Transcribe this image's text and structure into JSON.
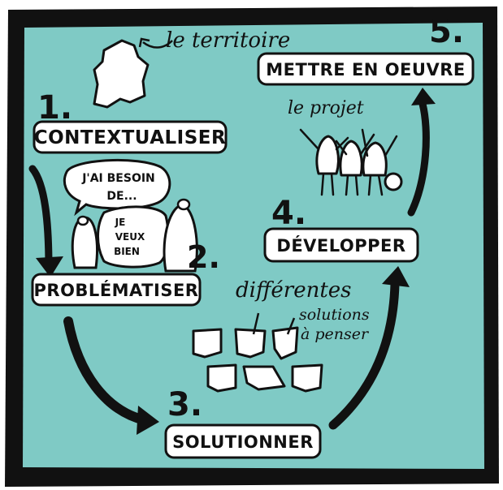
{
  "colors": {
    "background": "#7fcac5",
    "frame": "#111111",
    "paper": "#ffffff"
  },
  "annotations": {
    "territoire": "le territoire",
    "projet": "le projet",
    "solutions_line1": "différentes",
    "solutions_line2": "solutions",
    "solutions_line3": "à penser"
  },
  "speech": {
    "besoin_line1": "J'AI BESOIN",
    "besoin_line2": "DE...",
    "veux_line1": "JE",
    "veux_line2": "VEUX",
    "veux_line3": "BIEN"
  },
  "steps": [
    {
      "number": "1.",
      "label": "CONTEXTUALISER"
    },
    {
      "number": "2.",
      "label": "PROBLÉMATISER"
    },
    {
      "number": "3.",
      "label": "SOLUTIONNER"
    },
    {
      "number": "4.",
      "label": "DÉVELOPPER"
    },
    {
      "number": "5.",
      "label": "METTRE EN OEUVRE"
    }
  ]
}
